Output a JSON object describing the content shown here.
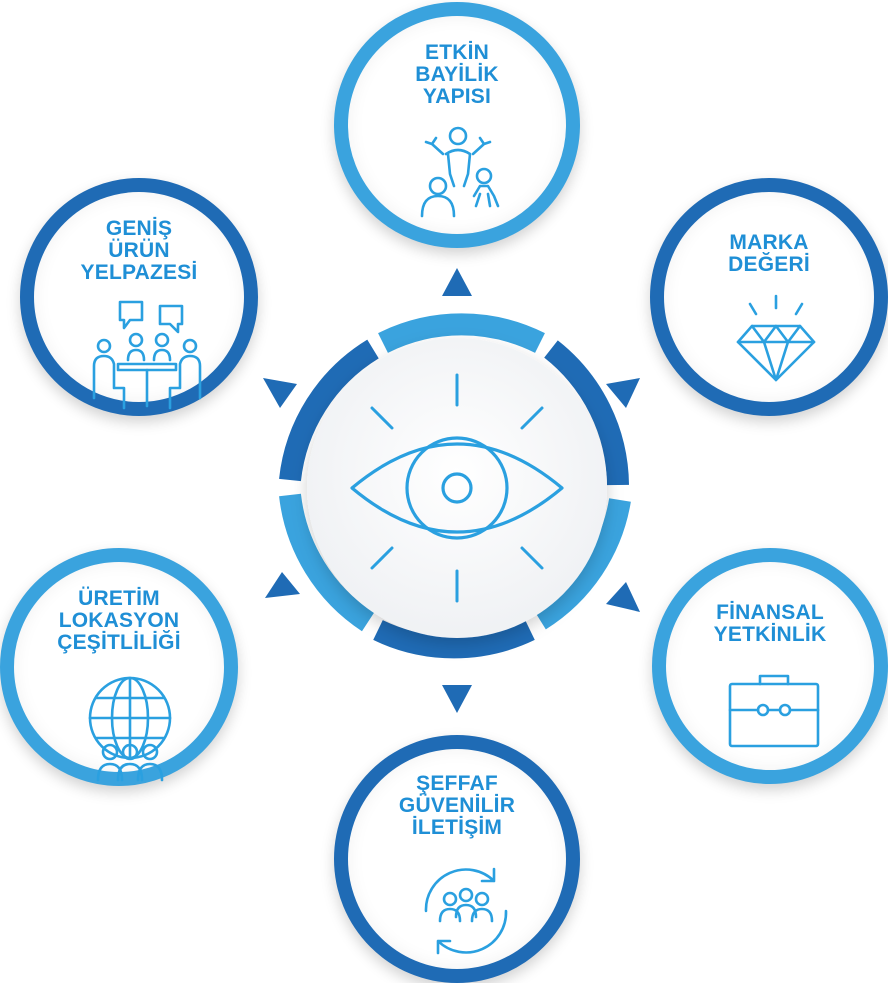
{
  "center": {
    "icon": "eye-icon"
  },
  "nodes": {
    "top": {
      "lines": [
        "ETKİN",
        "BAYİLİK",
        "YAPISI"
      ],
      "icon": "people-celebrating-icon"
    },
    "top_right": {
      "lines": [
        "MARKA",
        "DEĞERİ"
      ],
      "icon": "diamond-icon"
    },
    "bottom_right": {
      "lines": [
        "FİNANSAL",
        "YETKİNLİK"
      ],
      "icon": "briefcase-icon"
    },
    "bottom": {
      "lines": [
        "ŞEFFAF",
        "GÜVENİLİR",
        "İLETİŞİM"
      ],
      "icon": "team-cycle-icon"
    },
    "bottom_left": {
      "lines": [
        "ÜRETİM",
        "LOKASYON",
        "ÇEŞİTLİLİĞİ"
      ],
      "icon": "globe-people-icon"
    },
    "top_left": {
      "lines": [
        "GENİŞ",
        "ÜRÜN",
        "YELPAZESİ"
      ],
      "icon": "meeting-chat-icon"
    }
  },
  "colors": {
    "dark": "#1f6bb5",
    "light": "#3aa3de",
    "text": "#1f8fd6",
    "icon": "#2aa0e0"
  }
}
